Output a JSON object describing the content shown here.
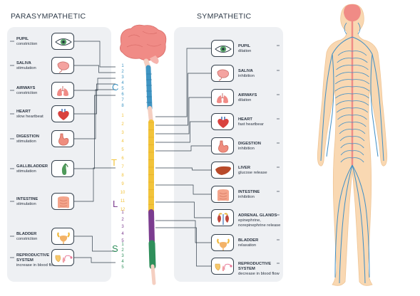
{
  "headers": {
    "left": "PARASYMPATHETIC",
    "right": "SYMPATHETIC"
  },
  "colors": {
    "cervical": "#3f95c3",
    "thoracic": "#f2c33a",
    "lumbar": "#7b3c8f",
    "sacral": "#2f8f5b",
    "brain": "#f08b86",
    "spine": "#f5cfc1",
    "nerve": "#3f8fc6",
    "body_skin": "#f9d8b2",
    "line": "#34404c"
  },
  "parasympathetic": [
    {
      "title": "PUPIL",
      "sub": "constriction",
      "icon": "eye-icon"
    },
    {
      "title": "SALIVA",
      "sub": "stimulation",
      "icon": "salivary-gland-icon"
    },
    {
      "title": "AIRWAYS",
      "sub": "constriction",
      "icon": "lungs-icon"
    },
    {
      "title": "HEART",
      "sub": "slow heartbeat",
      "icon": "heart-icon"
    },
    {
      "title": "DIGESTION",
      "sub": "stimulation",
      "icon": "stomach-icon"
    },
    {
      "title": "GALLBLADDER",
      "sub": "stimulation",
      "icon": "gallbladder-icon"
    },
    {
      "title": "INTESTINE",
      "sub": "stimulation",
      "icon": "intestine-icon"
    },
    {
      "title": "BLADDER",
      "sub": "constriction",
      "icon": "bladder-icon"
    },
    {
      "title": "REPRODUCTIVE SYSTEM",
      "sub": "increase in blood flow",
      "icon": "reproductive-organs-icon"
    }
  ],
  "sympathetic": [
    {
      "title": "PUPIL",
      "sub": "dilation",
      "icon": "eye-icon"
    },
    {
      "title": "SALIVA",
      "sub": "inhibition",
      "icon": "salivary-gland-icon"
    },
    {
      "title": "AIRWAYS",
      "sub": "dilation",
      "icon": "lungs-icon"
    },
    {
      "title": "HEART",
      "sub": "fast heartbear",
      "icon": "heart-icon"
    },
    {
      "title": "DIGESTION",
      "sub": "inhibition",
      "icon": "stomach-icon"
    },
    {
      "title": "LIVER",
      "sub": "glucose release",
      "icon": "liver-icon"
    },
    {
      "title": "INTESTINE",
      "sub": "inhibition",
      "icon": "intestine-icon"
    },
    {
      "title": "ADRENAL GLANDS",
      "sub": "epinephrine, norepinephrine release",
      "icon": "adrenal-glands-icon"
    },
    {
      "title": "BLADDER",
      "sub": "relaxation",
      "icon": "bladder-icon"
    },
    {
      "title": "REPRODUCTIVE SYSTEM",
      "sub": "decrease in blood flow",
      "icon": "reproductive-organs-icon"
    }
  ],
  "spine_regions": [
    {
      "letter": "C",
      "numbers": [
        "1",
        "2",
        "3",
        "4",
        "5",
        "6",
        "7",
        "8"
      ]
    },
    {
      "letter": "T",
      "numbers": [
        "1",
        "2",
        "3",
        "4",
        "5",
        "6",
        "7",
        "8",
        "9",
        "10",
        "11",
        "12"
      ]
    },
    {
      "letter": "L",
      "numbers": [
        "1",
        "2",
        "3",
        "4",
        "5"
      ]
    },
    {
      "letter": "S",
      "numbers": [
        "1",
        "2",
        "3",
        "4",
        "5"
      ]
    }
  ]
}
